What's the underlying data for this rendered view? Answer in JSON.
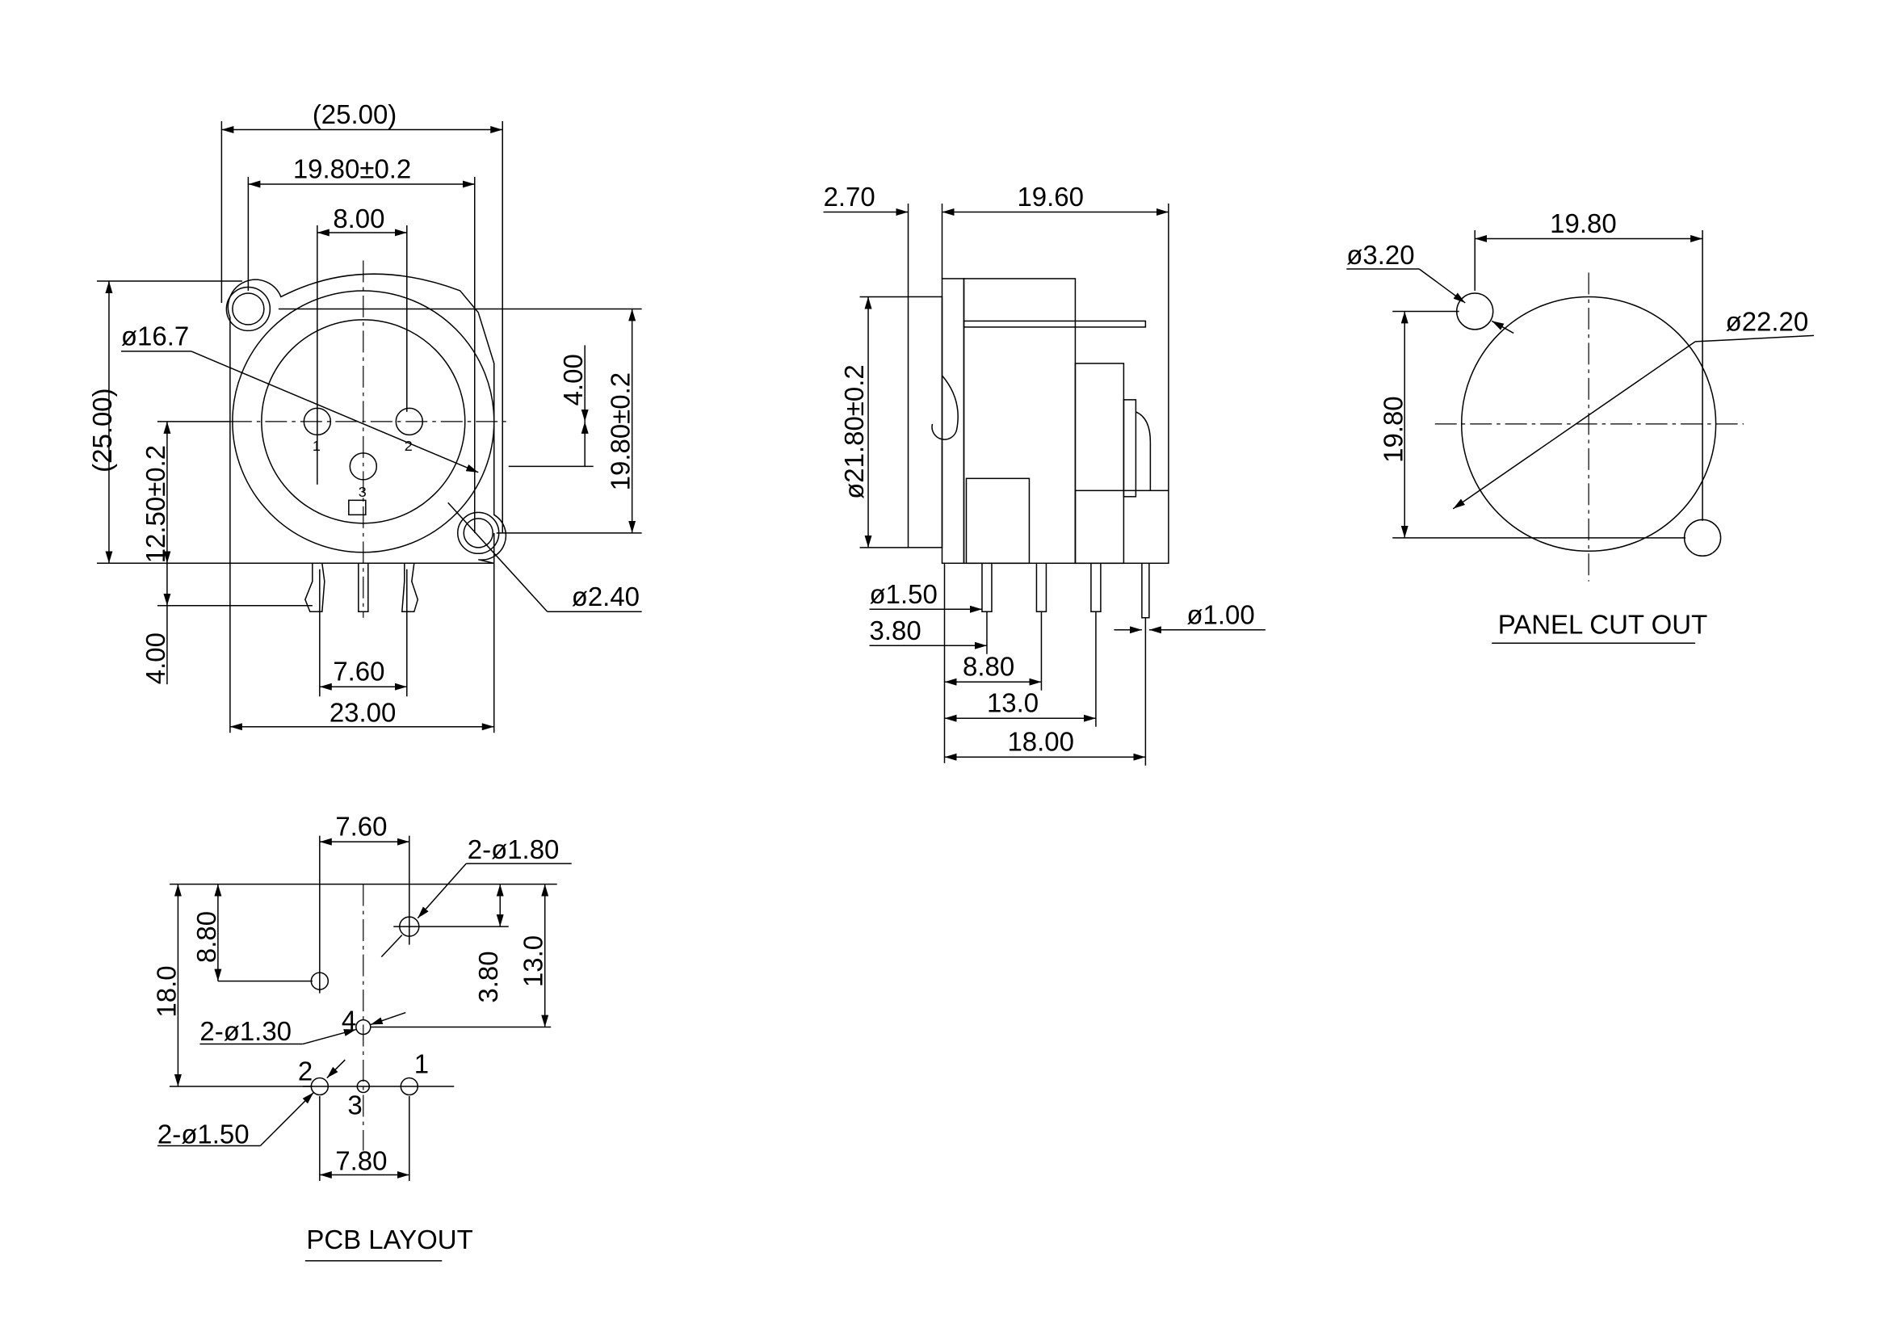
{
  "front_view": {
    "overall_width": "(25.00)",
    "hole_spacing": "19.80±0.2",
    "pin_spacing": "8.00",
    "overall_height": "(25.00)",
    "inner_diameter": "ø16.7",
    "pin_offset": "4.00",
    "hole_spacing_vertical": "19.80±0.2",
    "center_height": "12.50±0.2",
    "pin_length": "4.00",
    "mount_hole": "ø2.40",
    "pin_pitch": "7.60",
    "body_width": "23.00",
    "pin_labels": [
      "1",
      "2",
      "3"
    ]
  },
  "side_view": {
    "flange": "2.70",
    "depth": "19.60",
    "diameter": "ø21.80±0.2",
    "pin_dia_a": "ø1.50",
    "pin_dia_b": "ø1.00",
    "d1": "3.80",
    "d2": "8.80",
    "d3": "13.0",
    "d4": "18.00"
  },
  "panel_cutout": {
    "title": "PANEL CUT OUT",
    "width": "19.80",
    "height": "19.80",
    "hole_dia": "ø3.20",
    "main_dia": "ø22.20"
  },
  "pcb_layout": {
    "title": "PCB LAYOUT",
    "top_pitch": "7.60",
    "bottom_pitch": "7.80",
    "hole_a": "2-ø1.80",
    "hole_b": "2-ø1.30",
    "hole_c": "2-ø1.50",
    "h1": "8.80",
    "h2": "18.0",
    "h3": "3.80",
    "h4": "13.0",
    "pin_labels": [
      "1",
      "2",
      "3",
      "4"
    ]
  }
}
